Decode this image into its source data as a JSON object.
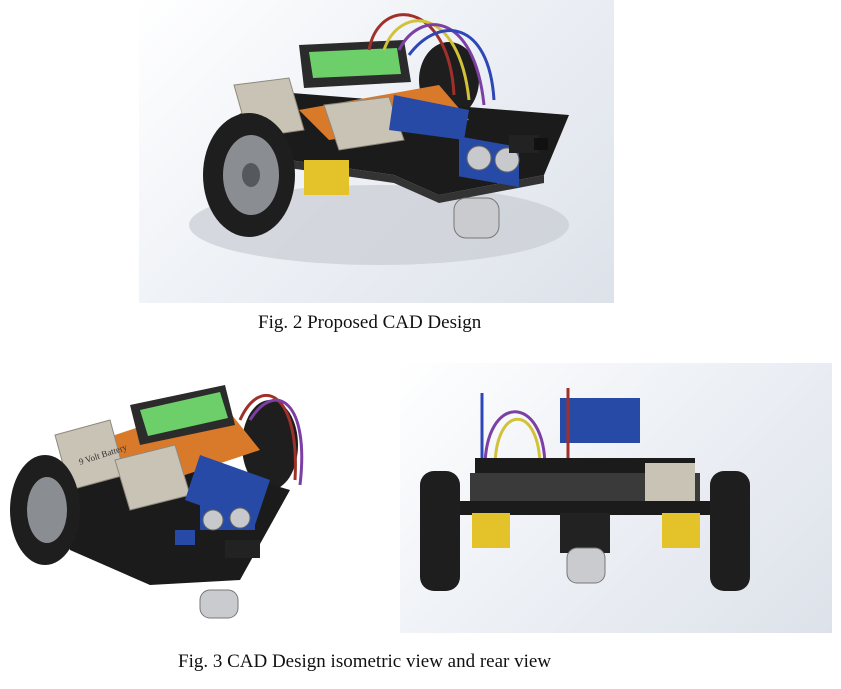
{
  "figures": {
    "fig2": {
      "caption": "Fig. 2 Proposed CAD Design"
    },
    "fig3": {
      "caption": "Fig. 3 CAD Design isometric view and rear view"
    }
  },
  "battery_labels": {
    "text": "9 Volt Battery"
  },
  "colors": {
    "chassis": "#1b1b1b",
    "tire": "#1e1e1e",
    "rim": "#8a8d92",
    "battery": "#c9c3b5",
    "lcd": "#6ccf6a",
    "board_blue": "#274aa6",
    "motor_yellow": "#e3c22a",
    "proto_orange": "#d97a2b"
  }
}
